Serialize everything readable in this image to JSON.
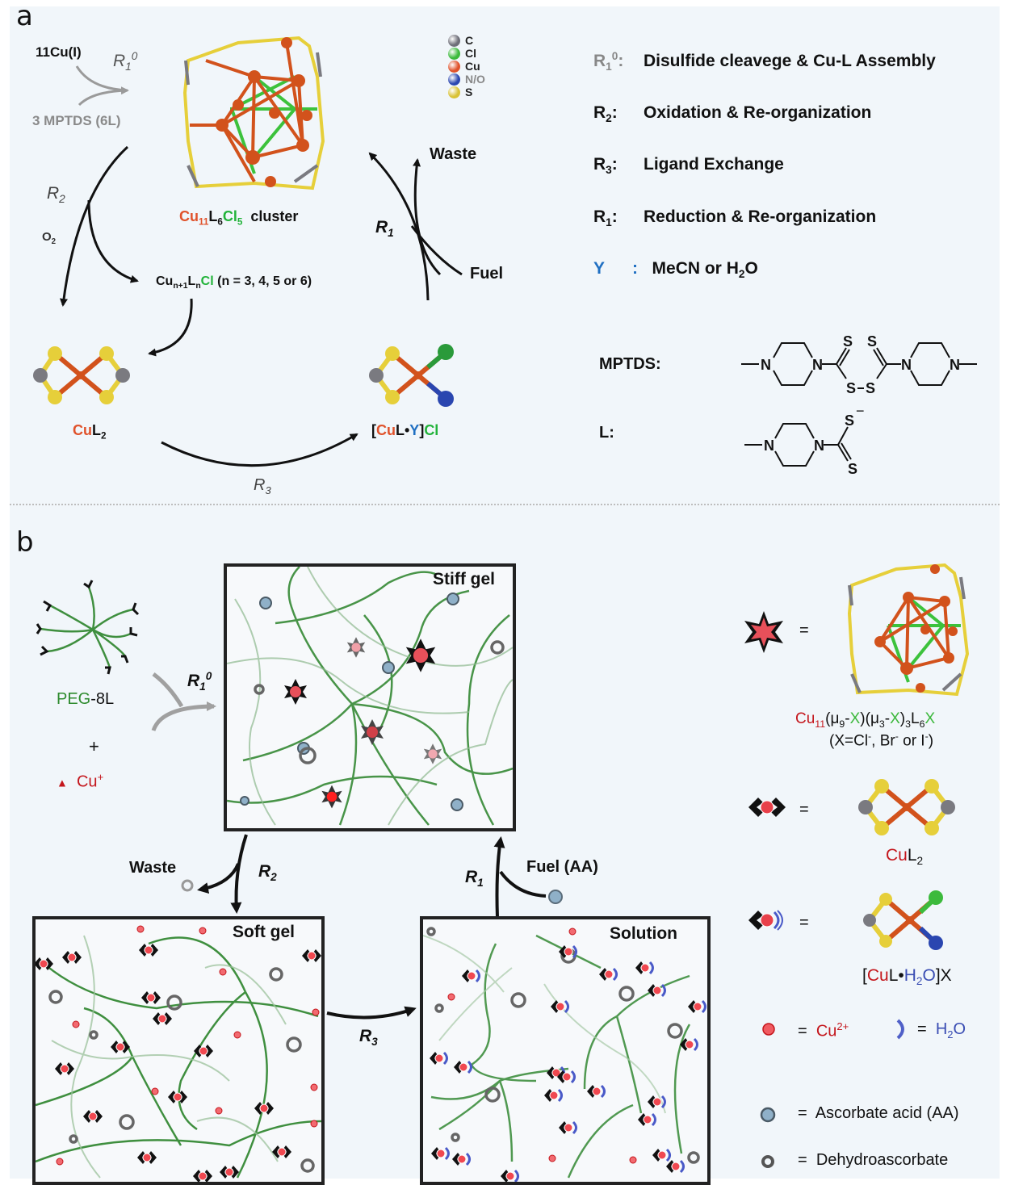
{
  "panel_a": {
    "letter": "a",
    "reactant_cu": "11Cu(I)",
    "reactant_mptds": "3 MPTDS (6L)",
    "r10_label": "R",
    "r10_sub": "1",
    "r10_sup": "0",
    "r2_label": "R",
    "r2_sub": "2",
    "o2_label": "O",
    "o2_sub": "2",
    "cluster_label": {
      "cu": "Cu",
      "cu_sub": "11",
      "l": "L",
      "l_sub": "6",
      "cl": "Cl",
      "cl_sub": "5",
      "suffix": "cluster"
    },
    "intermediate": {
      "cu": "Cu",
      "cu_sub": "n+1",
      "l": "L",
      "l_sub": "n",
      "cl": "Cl",
      "suffix": "(n = 3, 4, 5 or 6)"
    },
    "cul2_label": {
      "cu": "Cu",
      "l": "L",
      "l_sub": "2"
    },
    "culy_label": {
      "open": "[",
      "cu": "Cu",
      "l": "L•",
      "y": "Y",
      "close": "]",
      "cl": "Cl"
    },
    "r3_label": "R",
    "r3_sub": "3",
    "r1_label": "R",
    "r1_sub": "1",
    "waste_label": "Waste",
    "fuel_label": "Fuel",
    "atom_legend": [
      {
        "symbol": "C",
        "color": "#6e6e78"
      },
      {
        "symbol": "Cl",
        "color": "#3cba3c"
      },
      {
        "symbol": "Cu",
        "color": "#e0522b"
      },
      {
        "symbol": "N/O",
        "color": "#2a46b0"
      },
      {
        "symbol": "S",
        "color": "#d9c235"
      }
    ],
    "reactions": [
      {
        "key": "R",
        "sub": "1",
        "sup": "0",
        "desc": "Disulfide cleavege & Cu-L Assembly",
        "key_color": "#888888"
      },
      {
        "key": "R",
        "sub": "2",
        "sup": "",
        "desc": "Oxidation & Re-organization",
        "key_color": "#111111"
      },
      {
        "key": "R",
        "sub": "3",
        "sup": "",
        "desc": "Ligand Exchange",
        "key_color": "#111111"
      },
      {
        "key": "R",
        "sub": "1",
        "sup": "",
        "desc": "Reduction & Re-organization",
        "key_color": "#111111"
      }
    ],
    "y_def": {
      "key": "Y",
      "desc_pre": "MeCN or H",
      "desc_sub": "2",
      "desc_post": "O"
    },
    "mptds_label": "MPTDS:",
    "l_label": "L:",
    "chem": {
      "n": "N",
      "s": "S",
      "s_minus": "−"
    }
  },
  "panel_b": {
    "letter": "b",
    "peg_label": {
      "peg": "PEG",
      "rest": "-8L"
    },
    "plus": "+",
    "cu_plus": {
      "sym": "▲",
      "text": "Cu",
      "sup": "+"
    },
    "r10_label": "R",
    "r10_sub": "1",
    "r10_sup": "0",
    "stiff_gel_title": "Stiff gel",
    "soft_gel_title": "Soft gel",
    "solution_title": "Solution",
    "waste_label": "Waste",
    "r2_label": "R",
    "r2_sub": "2",
    "r1_label": "R",
    "r1_sub": "1",
    "fuel_label": "Fuel (AA)",
    "r3_label": "R",
    "r3_sub": "3",
    "legend": {
      "equals": "=",
      "cluster_formula": {
        "cu": "Cu",
        "cu_sub": "11",
        "p1": "(μ",
        "p1_sub": "9",
        "p1_dash": "-",
        "x1": "X",
        "p1_close": ")",
        "p2": "(μ",
        "p2_sub": "3",
        "p2_dash": "-",
        "x2": "X",
        "p2_close": ")",
        "p2_sub2": "3",
        "l": "L",
        "l_sub": "6",
        "x3": "X"
      },
      "cluster_note": {
        "pre": "(X=Cl",
        "s1": "-",
        "mid": ", Br",
        "s2": "-",
        "mid2": " or I",
        "s3": "-",
        "post": ")"
      },
      "cul2": {
        "cu": "Cu",
        "l": "L",
        "l_sub": "2"
      },
      "culh2o": {
        "open": "[",
        "cu": "Cu",
        "l": "L•",
        "h": "H",
        "h_sub": "2",
        "o": "O",
        "close": "]X"
      },
      "cu2": {
        "text": "Cu",
        "sup": "2+"
      },
      "h2o": {
        "h": "H",
        "sub": "2",
        "o": "O"
      },
      "ascorbate": "Ascorbate acid (AA)",
      "dehydro": "Dehydroascorbate"
    }
  }
}
